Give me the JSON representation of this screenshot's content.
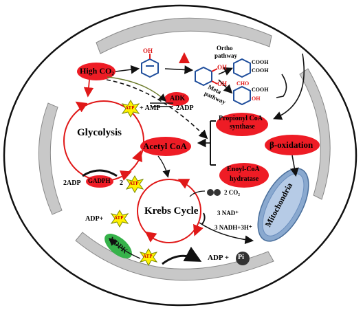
{
  "colors": {
    "oval_red": "#ee1c25",
    "cell_border": "#111111",
    "grey_membrane": "#c8c8c8",
    "mito_blue": "#8aa9cf",
    "green_label": "#36b24a",
    "molecule_blue": "#1f4e9c",
    "atp_yellow": "#fff200",
    "dark_red_arrow": "#d42020"
  },
  "labels": {
    "high_co2": "High CO₂",
    "adk": "ADK",
    "glycolysis": "Glycolysis",
    "acetyl_coa": "Acetyl CoA",
    "gadph": "GADPH",
    "krebs_cycle": "Krebs Cycle",
    "ndpk": "NDPK",
    "mitochondria": "Mitochondria",
    "beta_oxidation": "β-oxidation",
    "propionyl": [
      "Propionyl CoA",
      "synthase"
    ],
    "enoyl": [
      "Enoyl-CoA",
      "hydratase"
    ],
    "ortho_pathway": [
      "Ortho",
      "pathway"
    ],
    "meta_pathway": [
      "Meta",
      "pathway"
    ],
    "amp_reaction": "+ AMP",
    "two_adp_top": "2ADP",
    "two_adp_left": "2ADP",
    "two_right": "2",
    "two_co2": "2 CO₂",
    "three_nad": "3 NAD⁺",
    "three_nadh": "3 NADH+3H⁺",
    "adp_plus": "ADP+",
    "adp_pi": "ADP +",
    "pi": "Pi",
    "atp": "ATP",
    "oh": "OH",
    "cooh": "COOH",
    "cho": "CHO"
  }
}
